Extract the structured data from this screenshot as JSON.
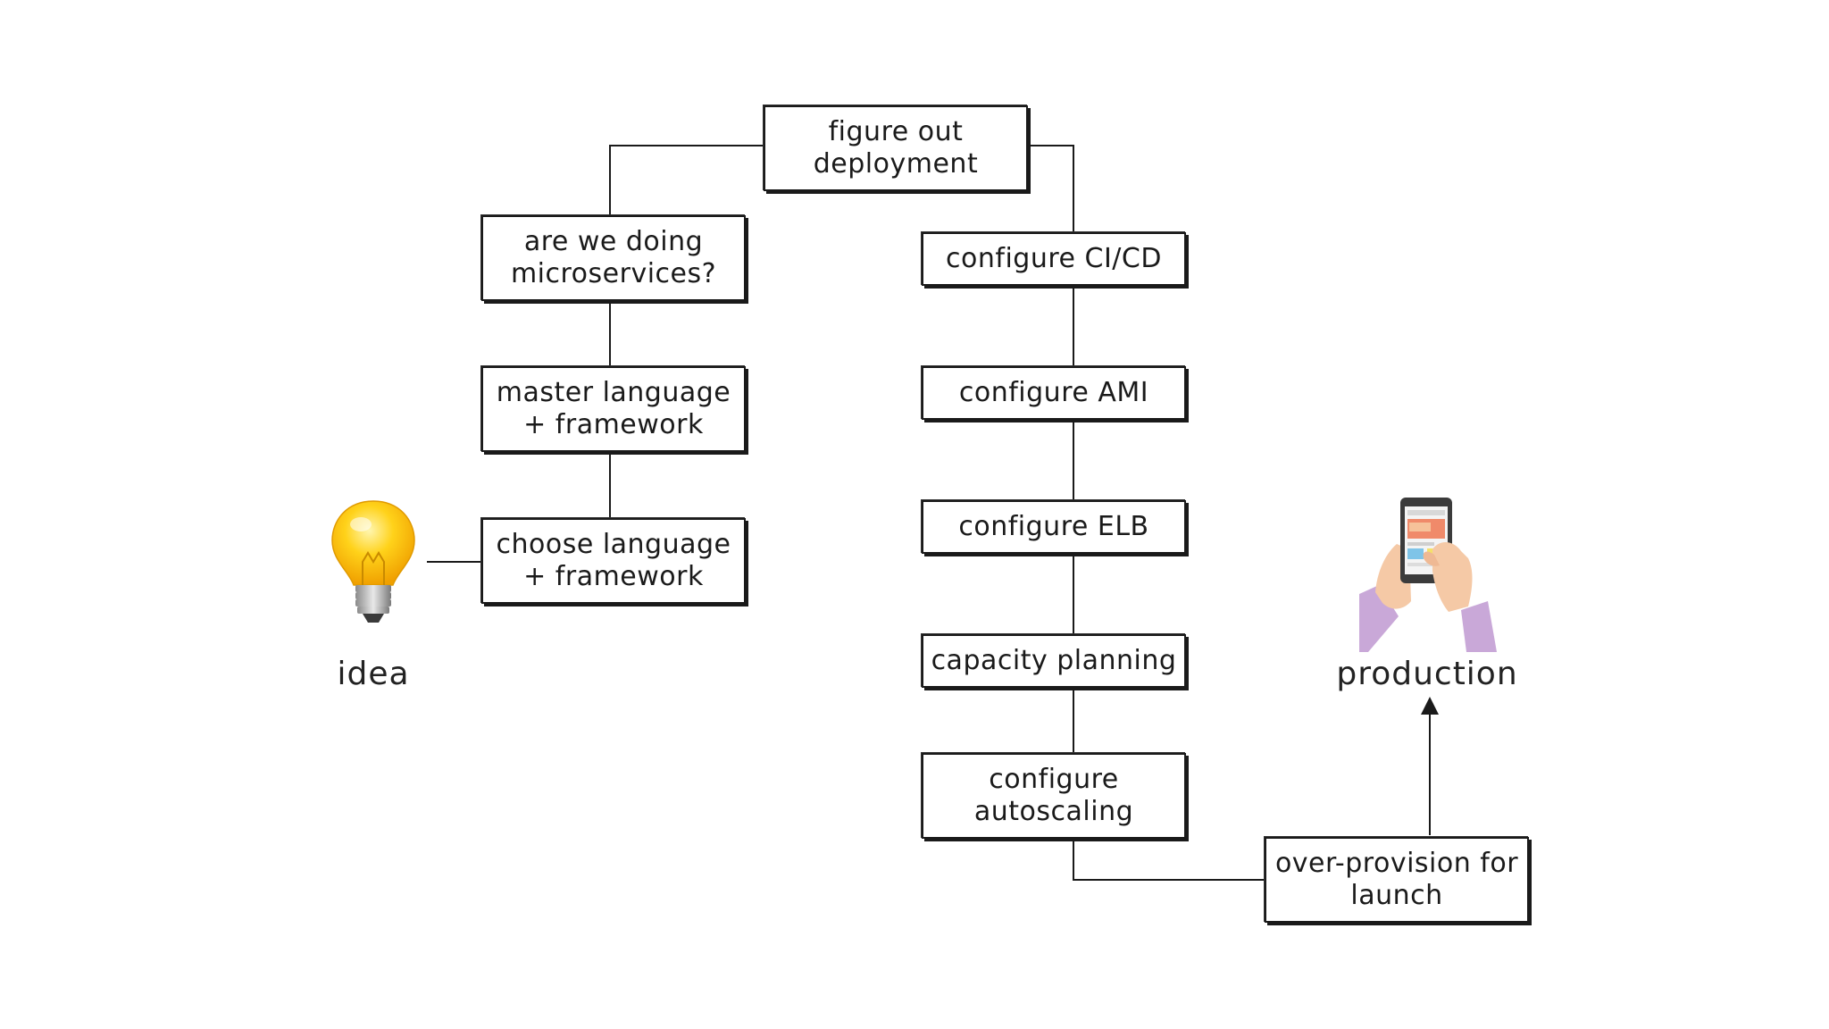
{
  "colors": {
    "box_border": "#1a1a1a",
    "line": "#1a1a1a",
    "text": "#1a1a1a",
    "bulb_glass": "#ffd21a",
    "sleeve": "#c9a8d8"
  },
  "icons": {
    "idea": "light-bulb-icon",
    "production": "hands-holding-phone-icon"
  },
  "steps": {
    "figure_out_deployment": "figure out deployment",
    "are_we_doing_microservices": "are we doing microservices?",
    "master_language_framework": "master language + framework",
    "choose_language_framework": "choose language + framework",
    "configure_ci_cd": "configure CI/CD",
    "configure_ami": "configure AMI",
    "configure_elb": "configure ELB",
    "capacity_planning": "capacity planning",
    "configure_autoscaling": "configure autoscaling",
    "over_provision_for_launch": "over-provision for launch"
  },
  "endpoints": {
    "start_label": "idea",
    "end_label": "production"
  }
}
